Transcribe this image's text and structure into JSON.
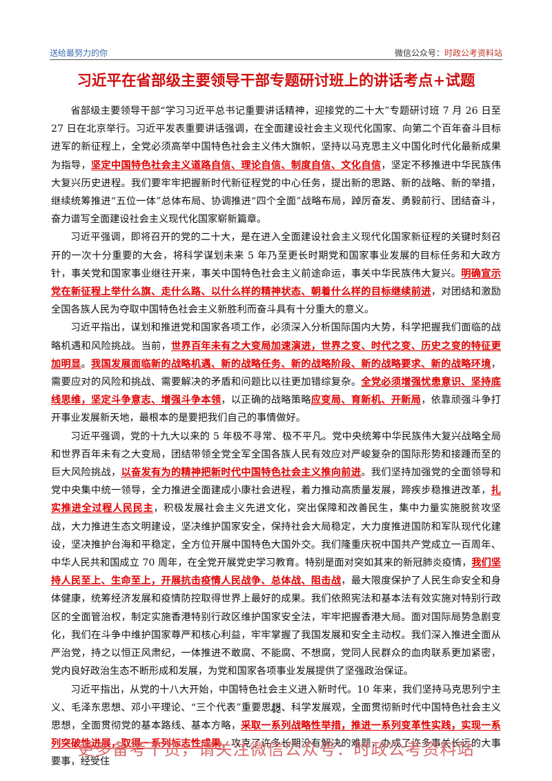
{
  "header": {
    "left": "送给最努力的你",
    "right_prefix": "微信公众号：",
    "right_account": "时政公考资料站"
  },
  "title": "习近平在省部级主要领导干部专题研讨班上的讲话考点+试题",
  "paragraphs": [
    [
      {
        "t": "省部级主要领导干部“学习习近平总书记重要讲话精神，迎接党的二十大”专题研讨班 7 月 26 日至 27 日在北京举行。习近平发表重要讲话强调，在全面建设社会主义现代化国家、向第二个百年奋斗目标进军的新征程上，全党必须高举中国特色社会主义伟大旗帜，坚持以马克思主义中国化时代化最新成果为指导，"
      },
      {
        "t": "坚定中国特色社会主义道路自信、理论自信、制度自信、文化自信",
        "h": true
      },
      {
        "t": "，坚定不移推进中华民族伟大复兴历史进程。我们要牢牢把握新时代新征程党的中心任务，提出新的思路、新的战略、新的举措，继续统筹推进“五位一体”总体布局、协调推进“四个全面”战略布局，踔厉奋发、勇毅前行、团结奋斗，奋力谱写全面建设社会主义现代化国家崭新篇章。"
      }
    ],
    [
      {
        "t": "习近平强调，即将召开的党的二十大，是在进入全面建设社会主义现代化国家新征程的关键时刻召开的一次十分重要的大会，将科学谋划未来 5 年乃至更长时期党和国家事业发展的目标任务和大政方针，事关党和国家事业继往开来，事关中国特色社会主义前途命运，事关中华民族伟大复兴。"
      },
      {
        "t": "明确宣示党在新征程上举什么旗、走什么路、以什么样的精神状态、朝着什么样的目标继续前进",
        "h": true
      },
      {
        "t": "，对团结和激励全国各族人民为夺取中国特色社会主义新胜利而奋斗具有十分重大的意义。"
      }
    ],
    [
      {
        "t": "习近平指出，谋划和推进党和国家各项工作，必须深入分析国际国内大势，科学把握我们面临的战略机遇和风险挑战。当前，"
      },
      {
        "t": "世界百年未有之大变局加速演进，世界之变、时代之变、历史之变的特征更加明显",
        "h": true
      },
      {
        "t": "。"
      },
      {
        "t": "我国发展面临新的战略机遇、新的战略任务、新的战略阶段、新的战略要求、新的战略环境",
        "h": true
      },
      {
        "t": "，需要应对的风险和挑战、需要解决的矛盾和问题比以往更加错综复杂。"
      },
      {
        "t": "全党必须增强忧患意识、坚持底线思维，坚定斗争意志、增强斗争本领",
        "h": true
      },
      {
        "t": "，以正确的战略策略"
      },
      {
        "t": "应变局、育新机、开新局",
        "h": true
      },
      {
        "t": "，依靠顽强斗争打开事业发展新天地，最根本的是要把我们自己的事情做好。"
      }
    ],
    [
      {
        "t": "习近平强调，党的十九大以来的 5 年极不寻常、极不平凡。党中央统筹中华民族伟大复兴战略全局和世界百年未有之大变局，团结带领全党全军全国各族人民有效应对严峻复杂的国际形势和接踵而至的巨大风险挑战，"
      },
      {
        "t": "以奋发有为的精神把新时代中国特色社会主义推向前进",
        "h": true
      },
      {
        "t": "。我们坚持加强党的全面领导和党中央集中统一领导，全力推进全面建成小康社会进程，着力推动高质量发展，蹄疾步稳推进改革，"
      },
      {
        "t": "扎实推进全过程人民民主",
        "h": true
      },
      {
        "t": "，积极发展社会主义先进文化，突出保障和改善民生，集中力量实施脱贫攻坚战，大力推进生态文明建设，坚决维护国家安全，保持社会大局稳定，大力度推进国防和军队现代化建设，坚决推护台海和平稳定，全方位开展中国特色大国外交。我们隆重庆祝中国共产党成立一百周年、中华人民共和国成立 70 周年，在全党开展党史学习教育。特别是面对突如其来的新冠肺炎疫情，"
      },
      {
        "t": "我们坚持人民至上、生命至上，开展抗击疫情人民战争、总体战、阻击战",
        "h": true
      },
      {
        "t": "，最大限度保护了人民生命安全和身体健康，统筹经济发展和疫情防控取得世界上最好的成果。我们依照宪法和基本法有效实施对特别行政区的全面管治权，制定实施香港特别行政区维护国家安全法，牢牢把握香港大局。面对国际局势急剧变化，我们在斗争中维护国家尊严和核心利益，牢牢掌握了我国发展和安全主动权。我们深入推进全面从严治党，持之以恒正风肃纪，一体推进不敢腐、不能腐、不想腐，党同人民群众的血肉联系更加紧密，党内良好政治生态不断形成和发展，为党和国家各项事业发展提供了坚强政治保证。"
      }
    ],
    [
      {
        "t": "习近平指出，从党的十八大开始，中国特色社会主义进入新时代。10 年来，我们坚持马克思列宁主义、毛泽东思想、邓小平理论、“三个代表”重要思想、科学发展观，全面贯彻新时代中国特色社会主义思想，全面贯彻党的基本路线、基本方略，"
      },
      {
        "t": "采取一系列战略性举措，推进一系列变革性实践，实现一系列突破性进展，取得一系列标志性成果",
        "h": true
      },
      {
        "t": "，攻克了许多长期没有解决的难题，办成了许多事关长远的大事要事，经受住"
      }
    ]
  ],
  "page_number": "42",
  "footer": "更多备考干货，请关注微信公众号：时政公考资料站"
}
